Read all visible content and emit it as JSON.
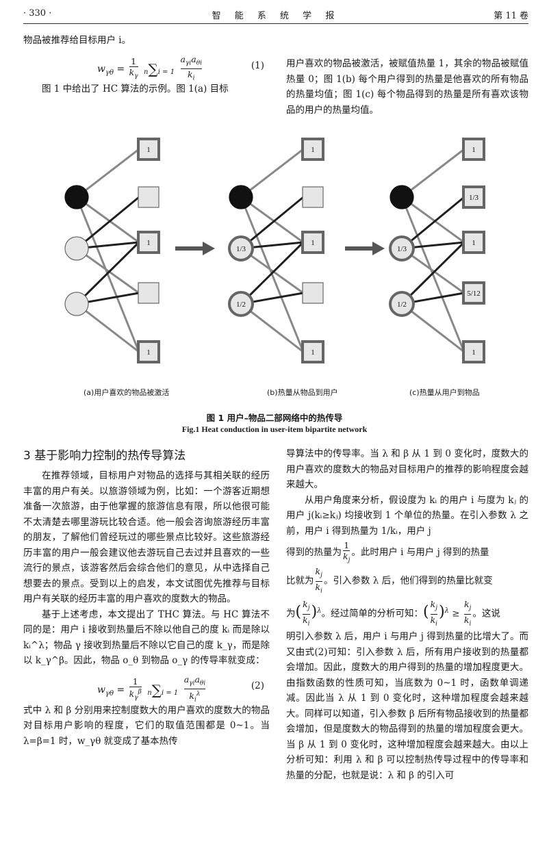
{
  "header": {
    "page_no": "· 330 ·",
    "journal": "智 能 系 统 学 报",
    "volume": "第 11 卷"
  },
  "left_top": {
    "p1": "物品被推荐给目标用户 i。",
    "eq1_lhs": "w",
    "eq1_lhs_sub": "γθ",
    "eq1_number": "(1)",
    "p2": "图 1 中给出了 HC 算法的示例。图 1(a) 目标"
  },
  "right_top": {
    "p1": "用户喜欢的物品被激活，被赋值热量 1，其余的物品被赋值热量 0；图 1(b) 每个用户得到的热量是他喜欢的所有物品的热量均值；图 1(c) 每个物品得到的热量是所有喜欢该物品的用户的热量均值。"
  },
  "figure": {
    "subcaptions": [
      "(a)用户喜欢的物品被激活",
      "(b)热量从物品到用户",
      "(c)热量从用户到物品"
    ],
    "title_cn": "图 1   用户–物品二部网络中的热传导",
    "title_en": "Fig.1   Heat conduction in user-item bipartite network",
    "panel_a": {
      "item_labels": [
        "1",
        "",
        "1",
        "",
        "1"
      ],
      "user_labels": [
        "",
        "",
        ""
      ]
    },
    "panel_b": {
      "item_labels": [
        "1",
        "",
        "1",
        "",
        "1"
      ],
      "user_labels": [
        "",
        "1/3",
        "1/2"
      ]
    },
    "panel_c": {
      "item_labels": [
        "1",
        "1/3",
        "1",
        "5/12",
        "1"
      ],
      "user_labels": [
        "",
        "1/3",
        "1/2"
      ]
    },
    "colors": {
      "active_user": "#111111",
      "node_fill": "#e6e6e6",
      "node_border": "#666666",
      "edge_light": "#888888",
      "edge_dark": "#1f1f1f",
      "arrow": "#555555"
    }
  },
  "left_bottom": {
    "heading": "3   基于影响力控制的热传导算法",
    "p1": "在推荐领域，目标用户对物品的选择与其相关联的经历丰富的用户有关。以旅游领域为例，比如：一个游客近期想准备一次旅游，由于他掌握的旅游信息有限，所以他很可能不太清楚去哪里游玩比较合适。他一般会咨询旅游经历丰富的朋友，了解他们曾经玩过的哪些景点比较好。这些旅游经历丰富的用户一般会建议他去游玩自己去过并且喜欢的一些流行的景点，该游客然后会综合他们的意见，从中选择自己想要去的景点。受到以上的启发，本文试图优先推荐与目标用户有关联的经历丰富的用户喜欢的度数大的物品。",
    "p2": "基于上述考虑，本文提出了 THC 算法。与 HC 算法不同的是：用户 i 接收到热量后不除以他自己的度 kᵢ 而是除以 kᵢ^λ；物品 γ 接收到热量后不除以它自己的度 k_γ，而是除以 k_γ^β。因此，物品 o_θ 到物品 o_γ 的传导率就变成：",
    "eq2_number": "(2)",
    "p3": "式中 λ 和 β 分别用来控制度数大的用户喜欢的度数大的物品对目标用户影响的程度，它们的取值范围都是 0~1。当 λ=β=1 时，w_γθ 就变成了基本热传"
  },
  "right_bottom": {
    "p1": "导算法中的传导率。当 λ 和 β 从 1 到 0 变化时，度数大的用户喜欢的度数大的物品对目标用户的推荐的影响程度会越来越大。",
    "p2a": "从用户角度来分析，假设度为 kᵢ 的用户 i 与度为 kⱼ 的用户 j(kᵢ≥kⱼ) 均接收到 1 个单位的热量。在引入参数 λ 之前，用户 i 得到热量为 1/kᵢ，用户 j",
    "p2b": "得到的热量为",
    "p2c": "。此时用户 i 与用户 j 得到的热量",
    "p2d": "比就为",
    "p2e": "。引入参数 λ 后，他们得到的热量比就变",
    "p2f": "为",
    "p2g": "。经过简单的分析可知：",
    "p2h": "。这说",
    "p2i": "明引入参数 λ 后，用户 i 与用户 j 得到热量的比增大了。而又由式(2)可知：引入参数 λ 后，所有用户接收到的热量都会增加。因此，度数大的用户得到的热量的增加程度更大。由指数函数的性质可知，当底数为 0~1 时，函数单调递减。因此当 λ 从 1 到 0 变化时，这种增加程度会越来越大。同样可以知道，引入参数 β 后所有物品接收到的热量都会增加，但是度数大的物品得到的热量的增加程度会更大。当 β 从 1 到 0 变化时，这种增加程度会越来越大。由以上分析可知：利用 λ 和 β 可以控制热传导过程中的传导率和热量的分配，也就是说：λ 和 β 的引入可"
  }
}
